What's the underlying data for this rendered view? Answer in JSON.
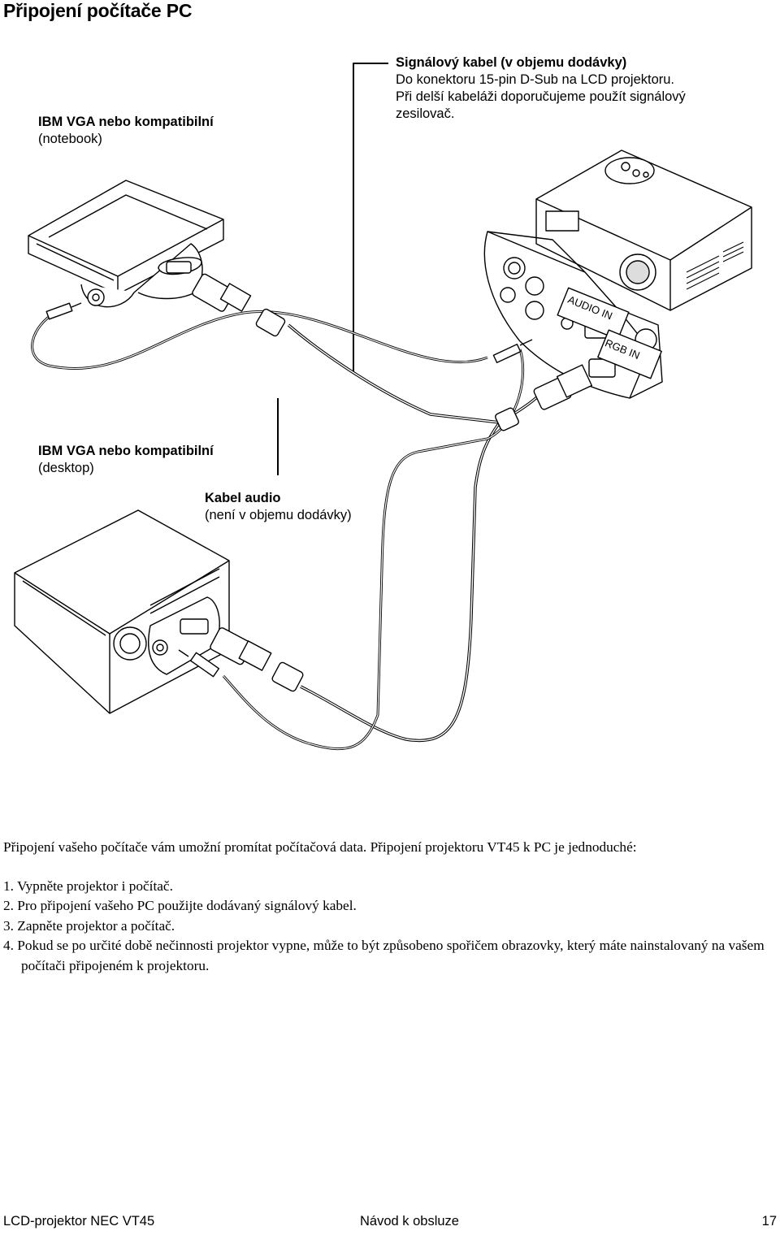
{
  "page": {
    "title": "Připojení počítače PC"
  },
  "diagram": {
    "label_notebook": {
      "line1": "IBM VGA nebo kompatibilní",
      "line2": "(notebook)"
    },
    "label_signal_cable": {
      "line1": "Signálový kabel (v objemu dodávky)",
      "line2": "Do konektoru 15-pin D-Sub na LCD projektoru.",
      "line3": "Při delší kabeláži doporučujeme použít signálový",
      "line4": "zesilovač."
    },
    "label_desktop": {
      "line1": "IBM VGA nebo kompatibilní",
      "line2": "(desktop)"
    },
    "label_audio_cable": {
      "line1": "Kabel audio",
      "line2": "(není v objemu dodávky)"
    },
    "port_audio_in": "AUDIO IN",
    "port_rgb_in": "RGB IN"
  },
  "body": {
    "intro": "Připojení vašeho počítače vám umožní promítat počítačová data. Připojení projektoru VT45 k PC je jednoduché:",
    "steps": [
      "1. Vypněte projektor i počítač.",
      "2. Pro připojení vašeho PC použijte dodávaný signálový   kabel.",
      "3. Zapněte projektor a počítač.",
      "4. Pokud se po určité době nečinnosti projektor vypne, může to být způsobeno spořičem obrazovky, který máte nainstalovaný na vašem počítači připojeném k projektoru."
    ]
  },
  "footer": {
    "left": "LCD-projektor NEC VT45",
    "center": "Návod k obsluze",
    "page_number": "17"
  }
}
